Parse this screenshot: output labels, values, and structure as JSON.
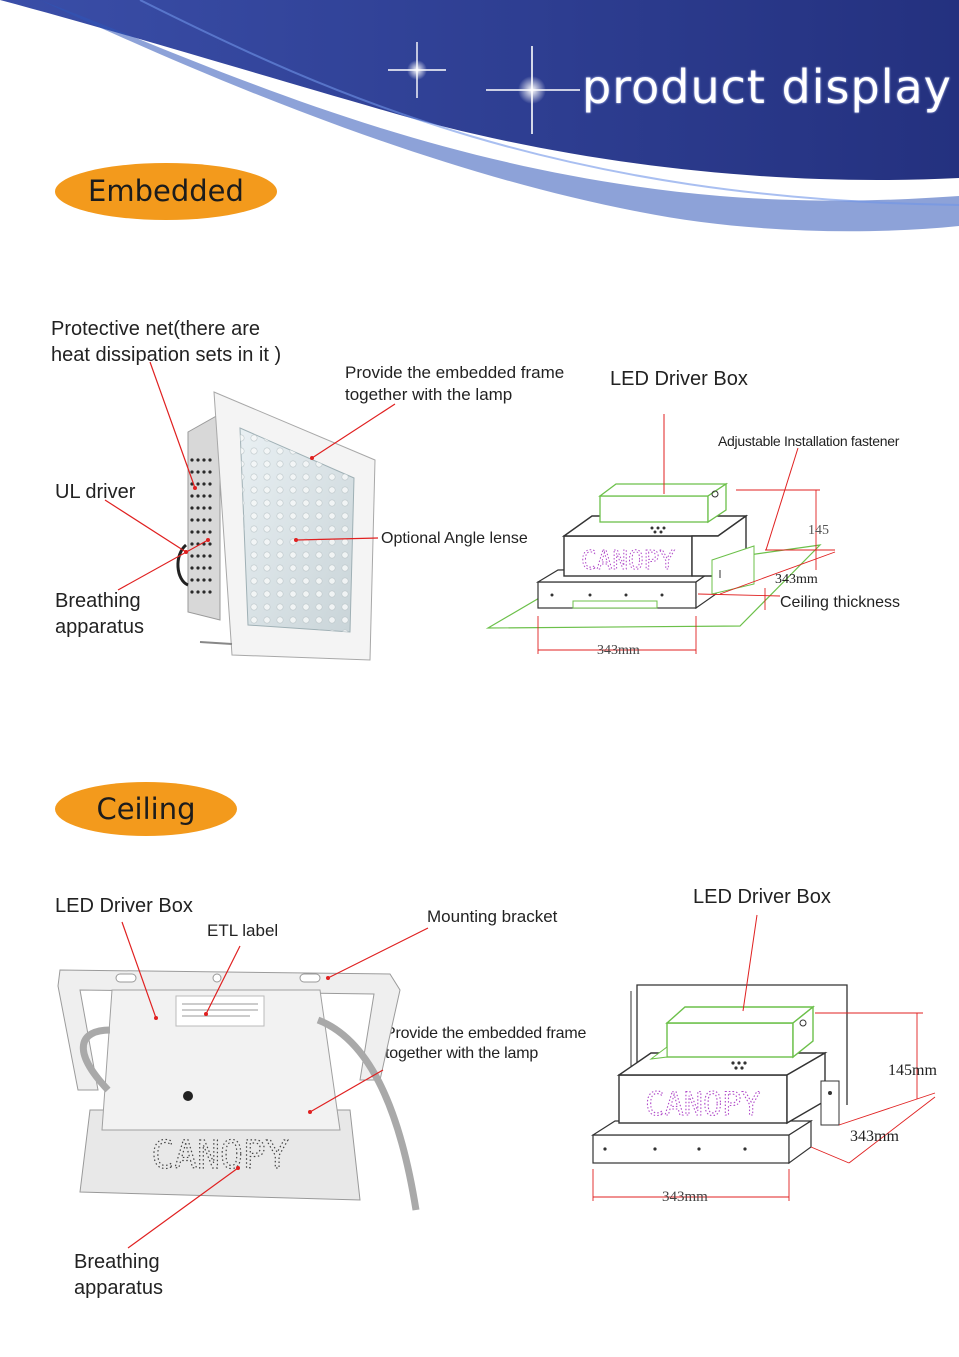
{
  "header": {
    "title": "product display",
    "band_color": "#2b3a8c"
  },
  "sections": {
    "embedded": {
      "heading": "Embedded",
      "photo_labels": {
        "protective_net_line1": "Protective net(there are",
        "protective_net_line2": "heat dissipation sets in it )",
        "embedded_frame_line1": "Provide the embedded frame",
        "embedded_frame_line2": "together with the lamp",
        "ul_driver": "UL driver",
        "optional_angle_lense": "Optional Angle lense",
        "breathing_line1": "Breathing",
        "breathing_line2": "apparatus"
      },
      "drawing_labels": {
        "led_driver_box": "LED Driver Box",
        "adjustable_fastener": "Adjustable Installation fastener",
        "height": "145",
        "depth": "343mm",
        "ceiling_thickness": "Ceiling thickness",
        "width": "343mm",
        "panel_text": "CANOPY"
      }
    },
    "ceiling": {
      "heading": "Ceiling",
      "photo_labels": {
        "led_driver_box": "LED Driver Box",
        "etl_label": "ETL label",
        "mounting_bracket": "Mounting bracket",
        "embedded_frame_line1": "Provide the embedded frame",
        "embedded_frame_line2": "together with the lamp",
        "breathing_line1": "Breathing",
        "breathing_line2": "apparatus",
        "panel_text": "CANOPY"
      },
      "drawing_labels": {
        "led_driver_box": "LED Driver Box",
        "height": "145mm",
        "depth": "343mm",
        "width": "343mm",
        "panel_text": "CANOPY"
      }
    }
  },
  "colors": {
    "accent_orange": "#f39a1c",
    "leader_red": "#e02020",
    "outline_green": "#6cc04a",
    "canopy_purple": "#b04ac8"
  }
}
